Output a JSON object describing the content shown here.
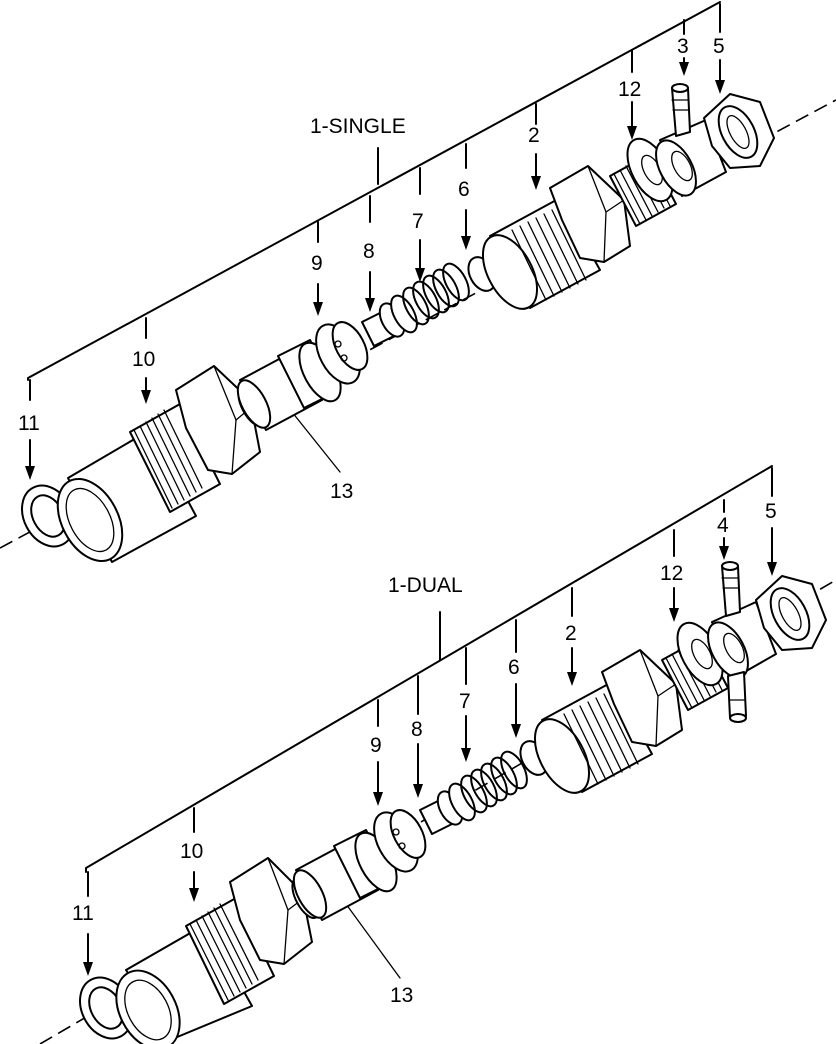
{
  "views": [
    {
      "title": "1-SINGLE",
      "callouts": {
        "c11": "11",
        "c10": "10",
        "c13": "13",
        "c9": "9",
        "c8": "8",
        "c7": "7",
        "c6": "6",
        "c2": "2",
        "c12": "12",
        "c3": "3",
        "c5": "5"
      }
    },
    {
      "title": "1-DUAL",
      "callouts": {
        "c11": "11",
        "c10": "10",
        "c13": "13",
        "c9": "9",
        "c8": "8",
        "c7": "7",
        "c6": "6",
        "c2": "2",
        "c12": "12",
        "c4": "4",
        "c5": "5"
      }
    }
  ]
}
